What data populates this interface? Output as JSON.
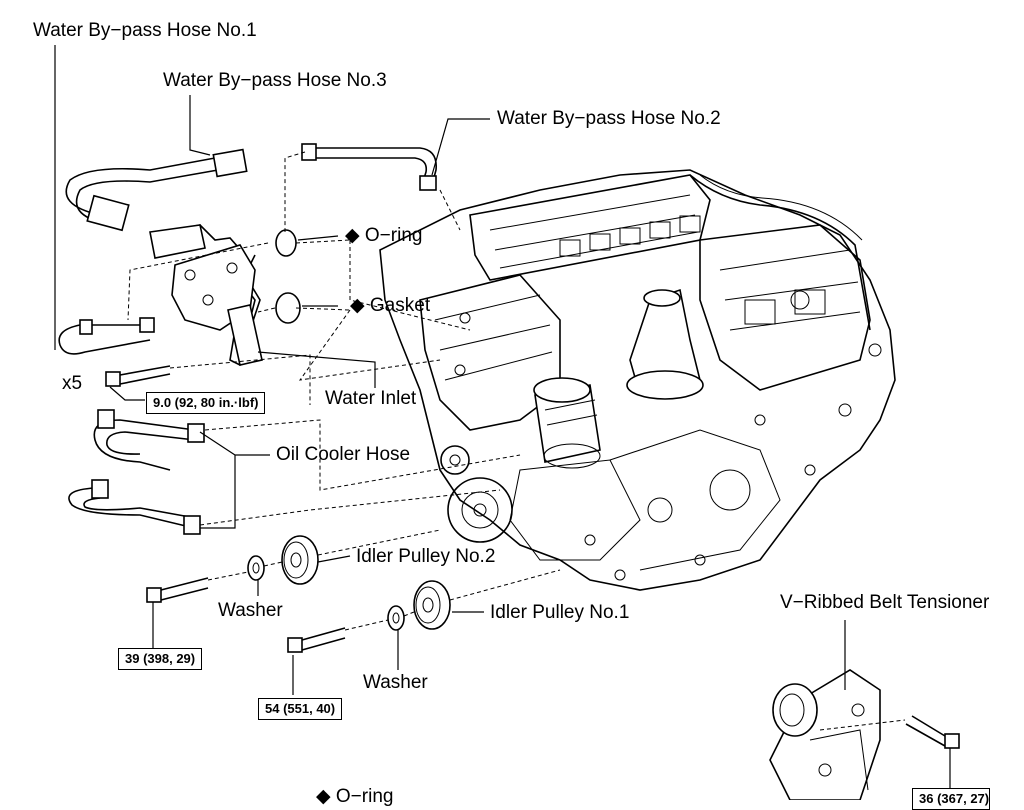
{
  "labels": {
    "hose1": "Water By−pass Hose No.1",
    "hose3": "Water By−pass Hose No.3",
    "hose2": "Water By−pass Hose No.2",
    "oring": "O−ring",
    "gasket": "Gasket",
    "water_inlet": "Water Inlet",
    "oil_cooler_hose": "Oil Cooler Hose",
    "idler2": "Idler Pulley No.2",
    "idler1": "Idler Pulley No.1",
    "washer_a": "Washer",
    "washer_b": "Washer",
    "tensioner": "V−Ribbed Belt Tensioner",
    "qty": "x5",
    "oring_bottom": "O−ring"
  },
  "marker_symbol": "◆",
  "torques": {
    "water_inlet": "9.0 (92, 80 in.·lbf)",
    "idler2_bolt": "39 (398, 29)",
    "idler1_bolt": "54 (551, 40)",
    "tensioner_bolt": "36 (367, 27)"
  }
}
